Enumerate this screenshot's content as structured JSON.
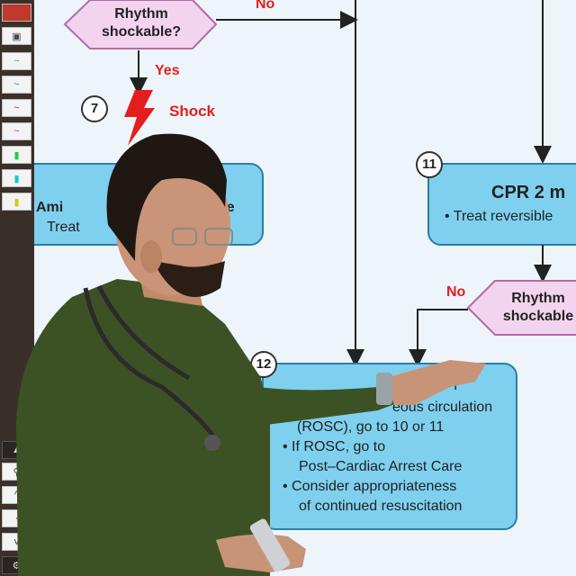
{
  "flowchart": {
    "decision_top": {
      "line1": "Rhythm",
      "line2": "shockable?"
    },
    "no_top": "No",
    "yes_label": "Yes",
    "step7": "7",
    "shock_label": "Shock",
    "box8": {
      "line1": "Ami",
      "line1_end": "ne",
      "line2": "Treat"
    },
    "step11": "11",
    "box11": {
      "title": "CPR 2 m",
      "bullet": "• Treat reversible"
    },
    "no_right": "No",
    "decision_right": {
      "line1": "Rhythm",
      "line2": "shockable"
    },
    "step12": "12",
    "box12": {
      "line1": "f",
      "line2": "eous circulation",
      "line3": "(ROSC), go to 10 or 11",
      "line4": "• If ROSC, go to",
      "line5": "Post–Cardiac Arrest Care",
      "line6": "• Consider appropriateness",
      "line7": "of continued resuscitation"
    }
  },
  "toolbar": {
    "icons": [
      "save-icon",
      "pen-icon",
      "search-icon",
      "chevron-up-icon",
      "chevron-down-icon",
      "gear-icon"
    ]
  },
  "colors": {
    "box_fill": "#7fd0ef",
    "diamond_fill": "#f3d4ee",
    "red": "#e41e1e",
    "screen": "#eef5fa"
  }
}
